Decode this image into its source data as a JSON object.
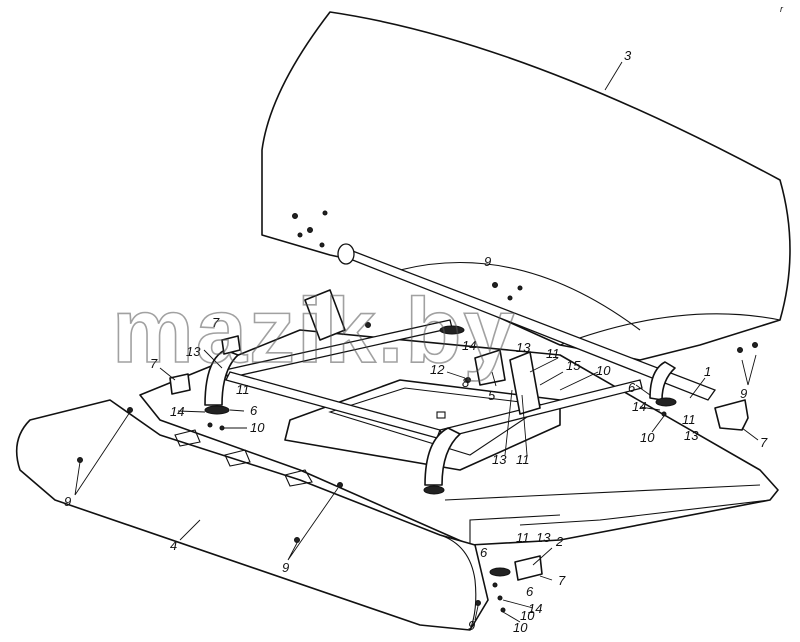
{
  "watermark": "mazik.by",
  "corner_mark": "r",
  "callouts": [
    "1",
    "2",
    "3",
    "4",
    "5",
    "6",
    "7",
    "8",
    "9",
    "10",
    "11",
    "12",
    "13",
    "14",
    "15"
  ]
}
